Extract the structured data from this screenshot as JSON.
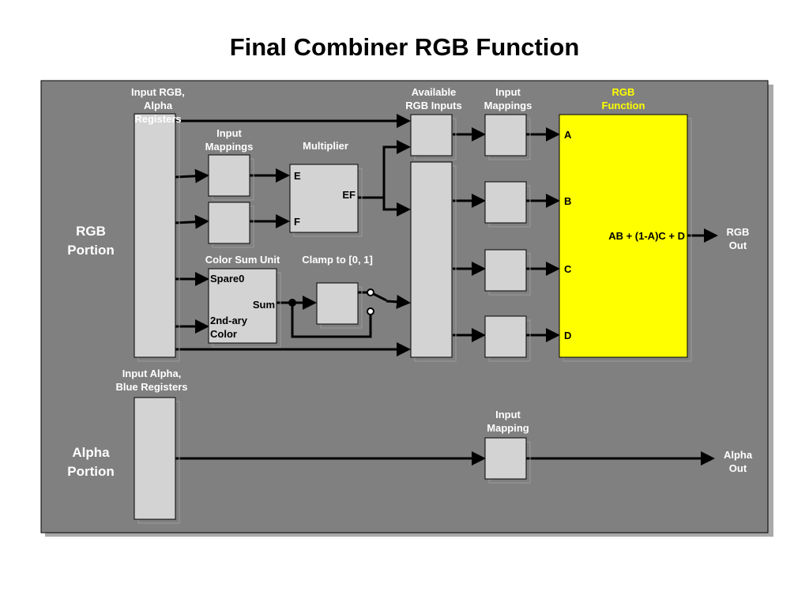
{
  "title": "Final Combiner RGB Function",
  "colors": {
    "panel": "#808080",
    "box": "#d3d3d3",
    "rgb_function": "#ffff00",
    "label": "#ffffff",
    "heading_accent": "#ffff00"
  },
  "labels": {
    "input_rgb_alpha_registers": [
      "Input RGB,",
      "Alpha",
      "Registers"
    ],
    "input_mappings_top": [
      "Input",
      "Mappings"
    ],
    "multiplier": "Multiplier",
    "multiplier_e": "E",
    "multiplier_ef": "EF",
    "multiplier_f": "F",
    "color_sum_unit": "Color Sum Unit",
    "clamp": "Clamp to [0, 1]",
    "spare0": "Spare0",
    "sum": "Sum",
    "secondary_color": [
      "2nd-ary",
      "Color"
    ],
    "available_rgb_inputs": [
      "Available",
      "RGB Inputs"
    ],
    "input_mappings_right": [
      "Input",
      "Mappings"
    ],
    "rgb_function": [
      "RGB",
      "Function"
    ],
    "ports": [
      "A",
      "B",
      "C",
      "D"
    ],
    "formula": "AB + (1-A)C + D",
    "rgb_out": [
      "RGB",
      "Out"
    ],
    "rgb_portion": [
      "RGB",
      "Portion"
    ],
    "input_alpha_blue_registers": [
      "Input Alpha,",
      "Blue Registers"
    ],
    "input_mapping_alpha": [
      "Input",
      "Mapping"
    ],
    "alpha_portion": [
      "Alpha",
      "Portion"
    ],
    "alpha_out": [
      "Alpha",
      "Out"
    ]
  }
}
